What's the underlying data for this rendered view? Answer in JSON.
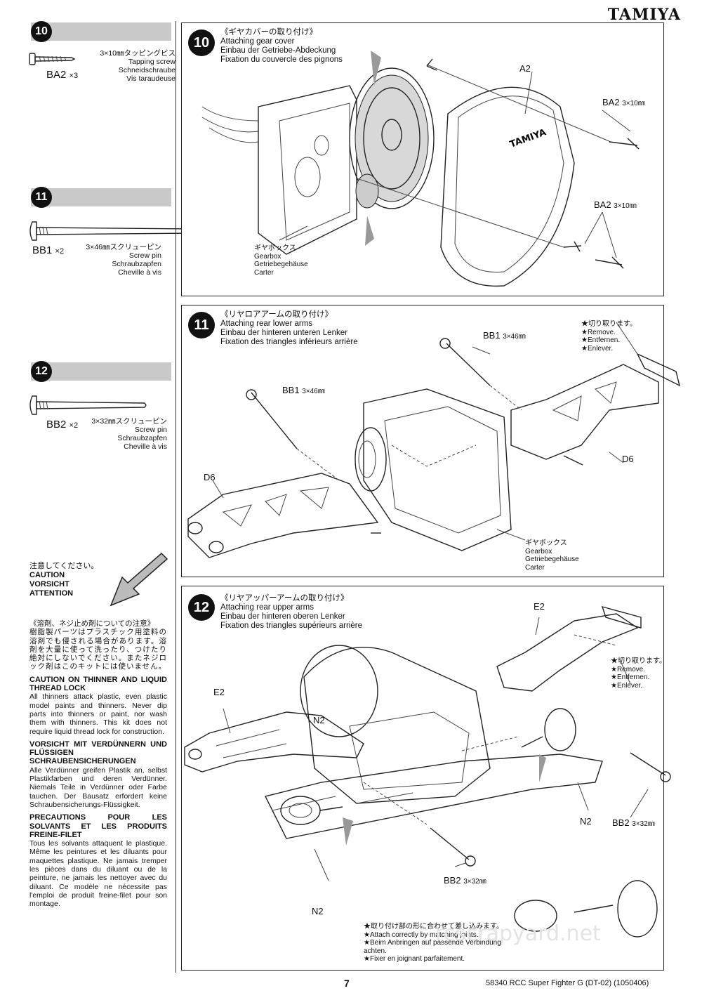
{
  "brand": "TAMIYA",
  "sidebar": {
    "step10": {
      "num": "10",
      "part": "BA2",
      "qty": "×3",
      "spec": [
        "3×10㎜タッピングビス",
        "Tapping screw",
        "Schneidschraube",
        "Vis taraudeuse"
      ]
    },
    "step11": {
      "num": "11",
      "part": "BB1",
      "qty": "×2",
      "spec": [
        "3×46㎜スクリューピン",
        "Screw pin",
        "Schraubzapfen",
        "Cheville à vis"
      ]
    },
    "step12": {
      "num": "12",
      "part": "BB2",
      "qty": "×2",
      "spec": [
        "3×32㎜スクリューピン",
        "Screw pin",
        "Schraubzapfen",
        "Cheville à vis"
      ]
    },
    "caution_header": [
      "注意してください。",
      "CAUTION",
      "VORSICHT",
      "ATTENTION"
    ],
    "notes": {
      "jp_title": "《溶剤、ネジ止め剤についての注意》",
      "jp_body": "樹脂製パーツはプラスチック用塗料の溶剤でも侵される場合があります。溶剤を大量に使って洗ったり、つけたり絶対にしないでください。またネジロック剤はこのキットには使いません。",
      "en_title": "CAUTION ON THINNER AND LIQUID THREAD LOCK",
      "en_body": "All thinners attack plastic, even plastic model paints and thinners. Never dip parts into thinners or paint, nor wash them with thinners. This kit does not require liquid thread lock for construction.",
      "de_title": "VORSICHT MIT VERDÜNNERN UND FLÜSSIGEN SCHRAUBENSICHERUNGEN",
      "de_body": "Alle Verdünner greifen Plastik an, selbst Plastikfarben und deren Verdünner. Niemals Teile in Verdünner oder Farbe tauchen. Der Bausatz erfordert keine Schraubensicherungs-Flüssigkeit.",
      "fr_title": "PRECAUTIONS POUR LES SOLVANTS ET LES PRODUITS FREINE-FILET",
      "fr_body": "Tous les solvants attaquent le plastique. Même les peintures et les diluants pour maquettes plastique. Ne jamais tremper les pièces dans du diluant ou de la peinture, ne jamais les nettoyer avec du diluant. Ce modèle ne nécessite pas l'emploi de produit freine-filet pour son montage."
    }
  },
  "panel10": {
    "num": "10",
    "title": [
      "《ギヤカバーの取り付け》",
      "Attaching gear cover",
      "Einbau der Getriebe-Abdeckung",
      "Fixation du couvercle des pignons"
    ],
    "part_a2": "A2",
    "ba2_a": "BA2",
    "ba2_a_size": "3×10㎜",
    "ba2_b": "BA2",
    "ba2_b_size": "3×10㎜",
    "gearbox": [
      "ギヤボックス",
      "Gearbox",
      "Getriebegehäuse",
      "Carter"
    ],
    "cover_text": "TAMIYA"
  },
  "panel11": {
    "num": "11",
    "title": [
      "《リヤロアアームの取り付け》",
      "Attaching rear lower arms",
      "Einbau der hinteren unteren Lenker",
      "Fixation des triangles inférieurs arrière"
    ],
    "bb1_a": "BB1",
    "bb1_a_size": "3×46㎜",
    "bb1_b": "BB1",
    "bb1_b_size": "3×46㎜",
    "d6_left": "D6",
    "d6_right": "D6",
    "remove": [
      "★切り取ります。",
      "★Remove.",
      "★Entfernen.",
      "★Enlever."
    ],
    "gearbox": [
      "ギヤボックス",
      "Gearbox",
      "Getriebegehäuse",
      "Carter"
    ]
  },
  "panel12": {
    "num": "12",
    "title": [
      "《リヤアッパーアームの取り付け》",
      "Attaching rear upper arms",
      "Einbau der hinteren oberen Lenker",
      "Fixation des triangles supérieurs arrière"
    ],
    "e2_left": "E2",
    "e2_right": "E2",
    "n2_a": "N2",
    "n2_b": "N2",
    "n2_c": "N2",
    "bb2_a": "BB2",
    "bb2_a_size": "3×32㎜",
    "bb2_b": "BB2",
    "bb2_b_size": "3×32㎜",
    "remove": [
      "★切り取ります。",
      "★Remove.",
      "★Entfernen.",
      "★Enlever."
    ],
    "joint_note": [
      "★取り付け部の形に合わせて差し込みます。",
      "★Attach correctly by matching joints.",
      "★Beim Anbringen auf passende Verbindung achten.",
      "★Fixer en joignant parfaitement."
    ]
  },
  "footer": {
    "page": "7",
    "code": "58340 RCC Super Fighter G (DT-02) (1050406)"
  },
  "watermark": "rcscrapyard.net"
}
